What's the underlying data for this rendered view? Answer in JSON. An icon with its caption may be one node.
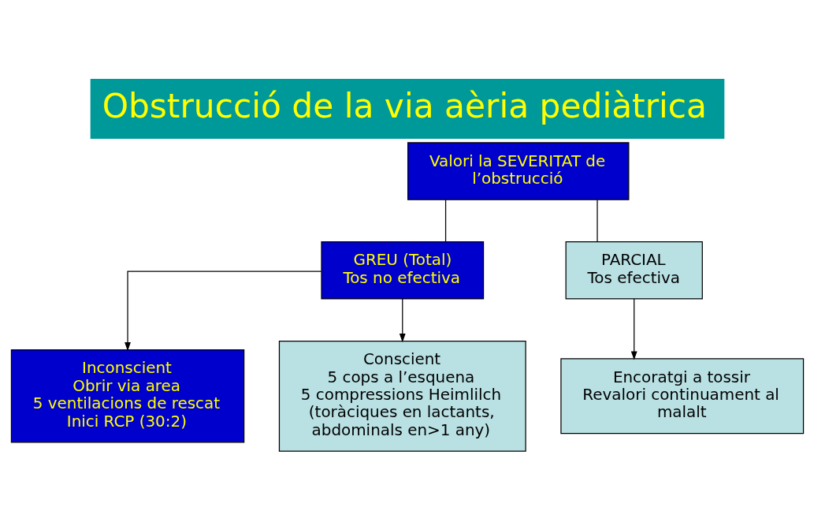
{
  "diagram": {
    "title": "Obstrucció de la via aèria pediàtrica",
    "nodes": [
      {
        "text": [
          "Valori la SEVERITAT de l’obstrucció"
        ]
      },
      {
        "text": [
          "GREU (Total)",
          "Tos no efectiva"
        ]
      },
      {
        "text": [
          "PARCIAL",
          "Tos efectiva"
        ]
      },
      {
        "text": [
          "Inconscient",
          "Obrir via area",
          "5 ventilacions de rescat",
          "Inici RCP (30:2)"
        ]
      },
      {
        "text": [
          "Conscient",
          "5 cops a l’esquena",
          "5 compressions Heimlilch (toràciques en lactants, abdominals en>1 any)"
        ]
      },
      {
        "text": [
          "Encoratgi a tossir",
          "Revalori continuament al malalt"
        ]
      }
    ],
    "edges": [
      {
        "from": 0,
        "to": 1,
        "arrow": "none"
      },
      {
        "from": 0,
        "to": 2,
        "arrow": "none"
      },
      {
        "from": 1,
        "to": 3,
        "arrow": "to"
      },
      {
        "from": 1,
        "to": 4,
        "arrow": "to"
      },
      {
        "from": 2,
        "to": 5,
        "arrow": "to"
      }
    ]
  }
}
